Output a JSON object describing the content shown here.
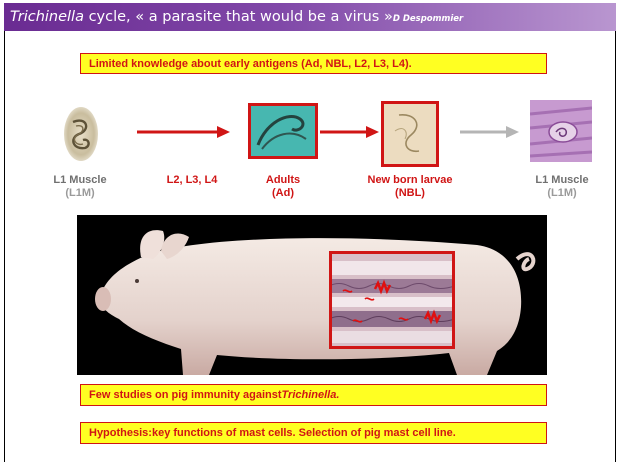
{
  "title": {
    "italic": "Trichinella",
    "main": " cycle, « a parasite that would be a virus »",
    "author": "D Despommier"
  },
  "notes": {
    "top": "Limited knowledge about early antigens (Ad, NBL, L2, L3, L4).",
    "pig_studies_prefix": "Few studies on pig immunity against ",
    "pig_studies_italic": "Trichinella.",
    "hypothesis": "Hypothesis:key functions of mast cells. Selection of pig mast cell line."
  },
  "stages": {
    "l1m_start": {
      "line1": "L1 Muscle",
      "line2": "(L1M)"
    },
    "intermediate": "L2, L3, L4",
    "adults": {
      "line1": "Adults",
      "line2": "(Ad)"
    },
    "nbl": {
      "line1": "New born larvae",
      "line2": "(NBL)"
    },
    "l1m_end": {
      "line1": "L1 Muscle",
      "line2": "(L1M)"
    }
  },
  "colors": {
    "title_bar": "#7a3fa3",
    "accent_red": "#d01515",
    "note_fill": "#ffff22",
    "gray_arrow": "#b5b5b5",
    "label_gray": "#9a9a9a"
  }
}
